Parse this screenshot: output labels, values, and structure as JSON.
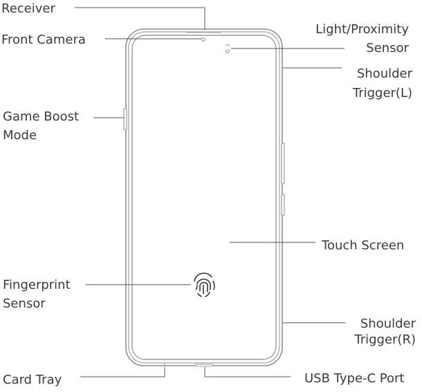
{
  "diagram": {
    "labels": {
      "receiver": "Receiver",
      "front_camera": "Front Camera",
      "light_sensor_line1": "Light/Proximity",
      "light_sensor_line2": "Sensor",
      "shoulder_l_line1": "Shoulder",
      "shoulder_l_line2": "Trigger(L)",
      "game_boost_line1": "Game Boost",
      "game_boost_line2": "Mode",
      "touch_screen": "Touch Screen",
      "fingerprint_line1": "Fingerprint",
      "fingerprint_line2": "Sensor",
      "shoulder_r_line1": "Shoulder",
      "shoulder_r_line2": "Trigger(R)",
      "card_tray": "Card Tray",
      "usb_port": "USB Type-C Port"
    },
    "icons": {
      "fingerprint": "fingerprint-icon",
      "camera": "front-camera-icon"
    },
    "colors": {
      "text": "#3a3a3a",
      "outline": "#8e8e8e",
      "leader": "#555555"
    }
  }
}
